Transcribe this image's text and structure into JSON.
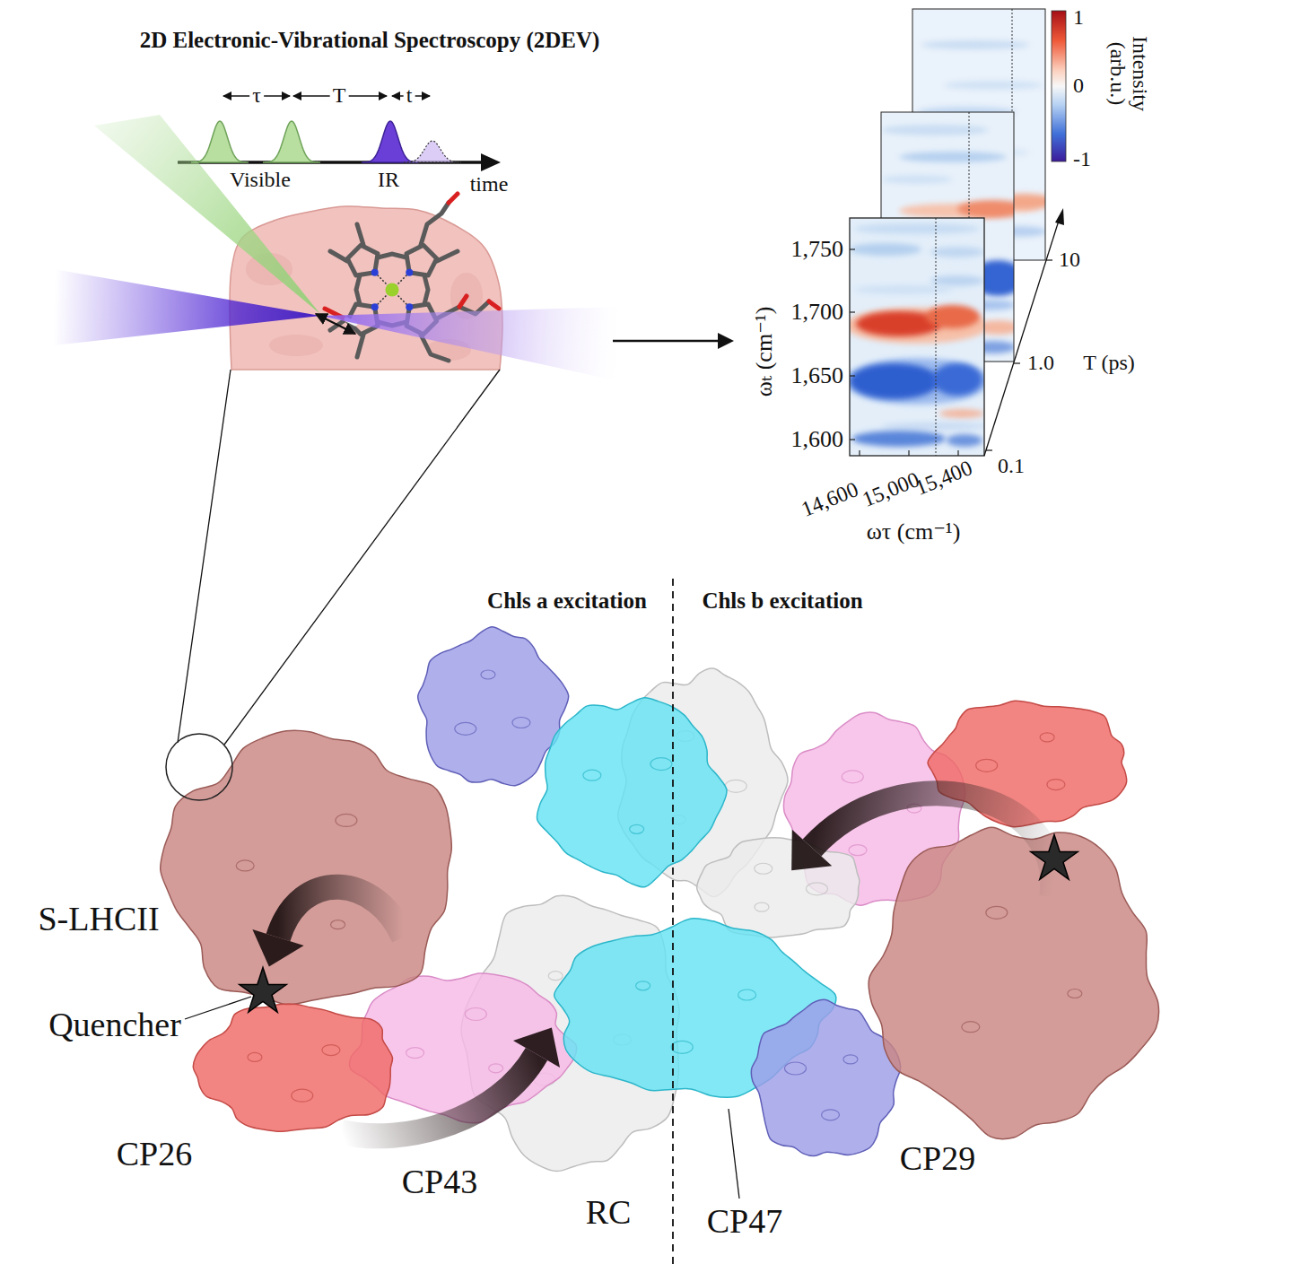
{
  "diagram": {
    "title": "2D Electronic-Vibrational Spectroscopy (2DEV)",
    "labels": [
      "τ",
      "T",
      "t",
      "Visible",
      "IR",
      "time",
      "1",
      "0",
      "-1",
      "Intensity (arb.u.)",
      "1,750",
      "1,700",
      "1,650",
      "1,600",
      "ωₜ (cm⁻¹)",
      "10",
      "1.0",
      "T (ps)",
      "0.1",
      "14,600",
      "15,000",
      "15,400",
      "ωτ (cm⁻¹)",
      "Chls a excitation",
      "Chls b excitation",
      "S-LHCII",
      "Quencher",
      "CP26",
      "CP43",
      "CP29",
      "RC",
      "CP47"
    ]
  }
}
